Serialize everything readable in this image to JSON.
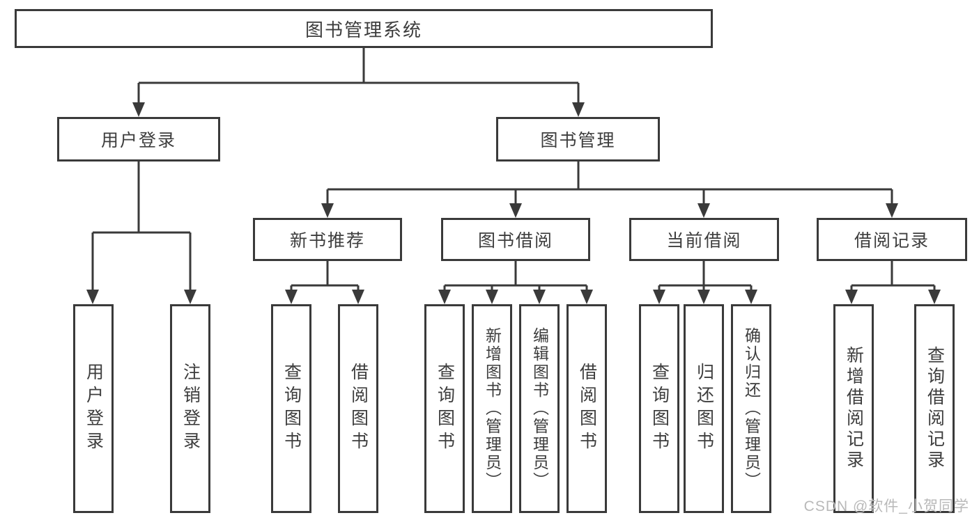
{
  "diagram": {
    "title": "图书管理系统",
    "root": {
      "label": "图书管理系统"
    },
    "level2": [
      {
        "label": "用户登录"
      },
      {
        "label": "图书管理"
      }
    ],
    "level3": [
      {
        "label": "新书推荐"
      },
      {
        "label": "图书借阅"
      },
      {
        "label": "当前借阅"
      },
      {
        "label": "借阅记录"
      }
    ],
    "leaves": [
      {
        "label": "用户登录",
        "parent": "用户登录"
      },
      {
        "label": "注销登录",
        "parent": "用户登录"
      },
      {
        "label": "查询图书",
        "parent": "新书推荐"
      },
      {
        "label": "借阅图书",
        "parent": "新书推荐"
      },
      {
        "label": "查询图书",
        "parent": "图书借阅"
      },
      {
        "label": "新增图书（管理员）",
        "parent": "图书借阅"
      },
      {
        "label": "编辑图书（管理员）",
        "parent": "图书借阅"
      },
      {
        "label": "借阅图书",
        "parent": "图书借阅"
      },
      {
        "label": "查询图书",
        "parent": "当前借阅"
      },
      {
        "label": "归还图书",
        "parent": "当前借阅"
      },
      {
        "label": "确认归还（管理员）",
        "parent": "当前借阅"
      },
      {
        "label": "新增借阅记录",
        "parent": "借阅记录"
      },
      {
        "label": "查询借阅记录",
        "parent": "借阅记录"
      }
    ],
    "colors": {
      "line": "#3a3a3a",
      "text": "#3d3d3d",
      "background": "#ffffff",
      "watermark": "#b9b9b9"
    }
  },
  "watermark": {
    "text": "CSDN @软件_小贺同学"
  }
}
